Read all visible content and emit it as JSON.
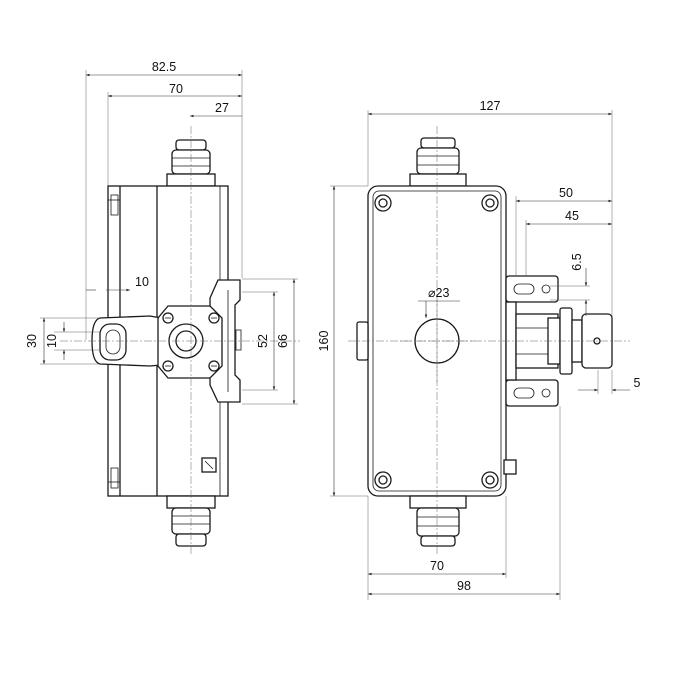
{
  "colors": {
    "line": "#1a1a1a",
    "background": "#ffffff"
  },
  "side_view": {
    "dims": {
      "overall_width": "82.5",
      "body_width": "70",
      "right_offset": "27",
      "lever_offset": "10",
      "lever_height": "30",
      "lever_inner": "10",
      "flange_inner": "52",
      "flange_outer": "66"
    }
  },
  "front_view": {
    "dims": {
      "overall_width": "127",
      "bracket_outer": "50",
      "bracket_inner": "45",
      "slot_height": "6.5",
      "knob_diameter": "⌀23",
      "height": "160",
      "plunger_offset": "5",
      "bottom_body_width": "70",
      "bottom_overall_width": "98"
    }
  }
}
